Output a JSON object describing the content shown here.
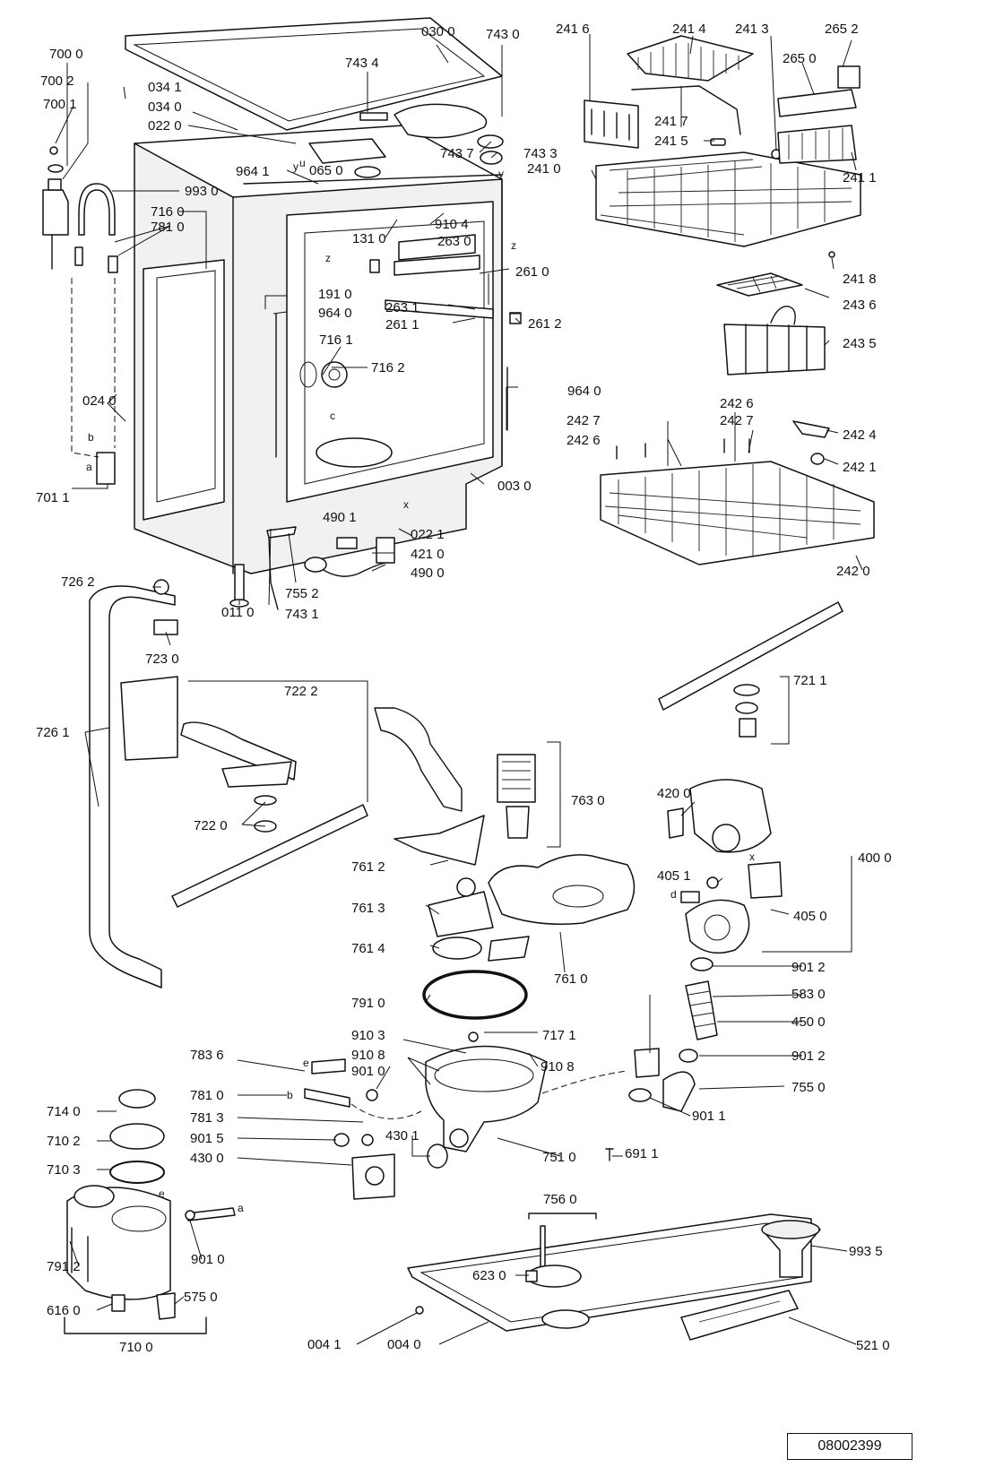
{
  "labels": {
    "l0300": "030 0",
    "l7430": "743 0",
    "l7000": "700 0",
    "l7434": "743 4",
    "l7002": "700 2",
    "l0341": "034 1",
    "l7001": "700 1",
    "l0340": "034 0",
    "l0220": "022 0",
    "l7437": "743 7",
    "l7433": "743 3",
    "l9641": "964 1",
    "l0650": "065 0",
    "l9930": "993 0",
    "l7160": "716 0",
    "l7810a": "781 0",
    "l9104": "910 4",
    "l1310": "131 0",
    "l2630": "263 0",
    "l1910": "191 0",
    "l9640a": "964 0",
    "l2631": "263 1",
    "l2611": "261 1",
    "l7161": "716 1",
    "l7162": "716 2",
    "l9640b": "964 0",
    "l0240": "024 0",
    "l0030": "003 0",
    "l7011": "701 1",
    "l4901": "490 1",
    "l0221": "022 1",
    "l4210": "421 0",
    "l4900": "490 0",
    "l7552": "755 2",
    "l0110": "011 0",
    "l7431": "743 1",
    "l2610": "261 0",
    "l2612": "261 2",
    "l2416": "241 6",
    "l2414": "241 4",
    "l2413": "241 3",
    "l2652": "265 2",
    "l2650": "265 0",
    "l2417": "241 7",
    "l2415": "241 5",
    "l2410": "241 0",
    "l2411": "241 1",
    "l2418": "241 8",
    "l2436": "243 6",
    "l2435": "243 5",
    "l2426a": "242 6",
    "l2427a": "242 7",
    "l2427b": "242 7",
    "l2426b": "242 6",
    "l2424": "242 4",
    "l2421": "242 1",
    "l2420": "242 0",
    "l7262": "726 2",
    "l7230": "723 0",
    "l7222": "722 2",
    "l7261": "726 1",
    "l7220": "722 0",
    "l7211": "721 1",
    "l7630": "763 0",
    "l4200": "420 0",
    "l7612": "761 2",
    "l4051": "405 1",
    "l4000": "400 0",
    "l7613": "761 3",
    "l4050": "405 0",
    "l7614": "761 4",
    "l7610": "761 0",
    "l9012a": "901 2",
    "l7910": "791 0",
    "l5830": "583 0",
    "l4500": "450 0",
    "l9103": "910 3",
    "l7171": "717 1",
    "l7836": "783 6",
    "l9108a": "910 8",
    "l9108b": "910 8",
    "l9012b": "901 2",
    "l9010": "901 0",
    "l7550": "755 0",
    "l7810b": "781 0",
    "l9011": "901 1",
    "l7140": "714 0",
    "l7813": "781 3",
    "l7102": "710 2",
    "l9015": "901 5",
    "l4301": "430 1",
    "l7510": "751 0",
    "l4300": "430 0",
    "l6911": "691 1",
    "l7103": "710 3",
    "l7560": "756 0",
    "l6230": "623 0",
    "l9935": "993 5",
    "l7912": "791 2",
    "l9010b": "901 0",
    "l5750": "575 0",
    "l6160": "616 0",
    "l7100": "710 0",
    "l0041": "004 1",
    "l0040": "004 0",
    "l5210": "521 0"
  },
  "letters": {
    "a1": "a",
    "b1": "b",
    "a2": "a",
    "b2": "b",
    "c": "c",
    "d": "d",
    "e1": "e",
    "e2": "e",
    "x1": "x",
    "x2": "x",
    "z1": "z",
    "z2": "z",
    "y1": "y",
    "y2": "y",
    "u": "u"
  },
  "drawing_number": "08002399"
}
